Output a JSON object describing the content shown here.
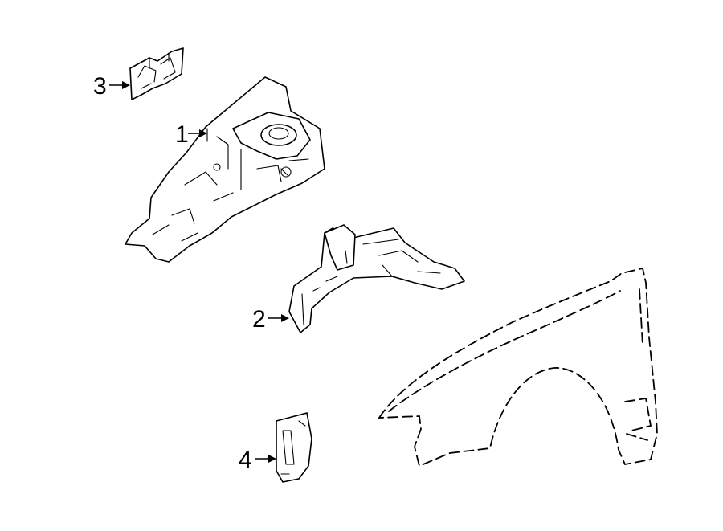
{
  "callouts": [
    {
      "id": "1",
      "label": "1",
      "part": "apron-assembly"
    },
    {
      "id": "2",
      "label": "2",
      "part": "rail-reinforcement"
    },
    {
      "id": "3",
      "label": "3",
      "part": "bracket"
    },
    {
      "id": "4",
      "label": "4",
      "part": "extension"
    }
  ],
  "line_color": "#000000",
  "background": "#ffffff"
}
